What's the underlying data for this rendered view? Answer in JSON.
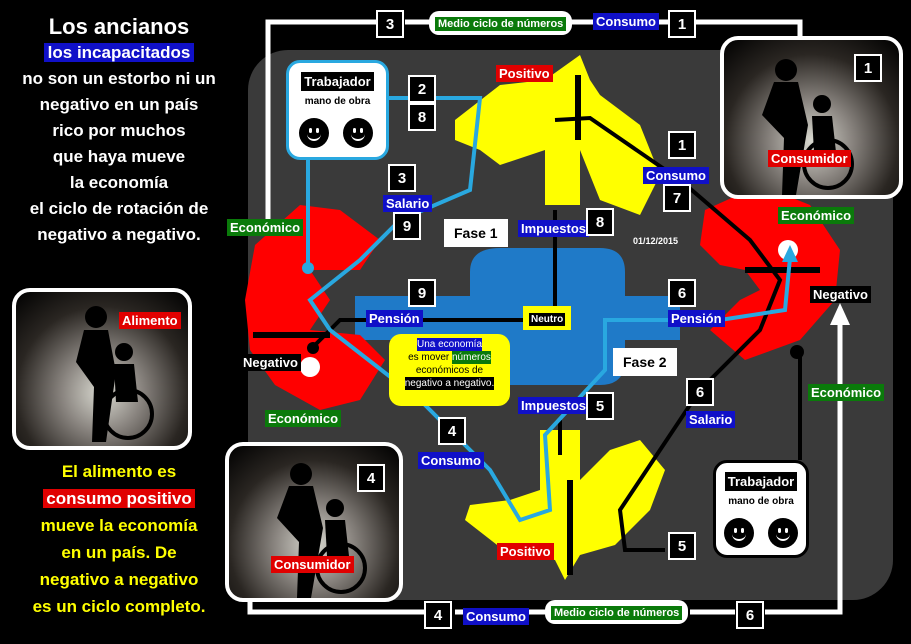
{
  "left_text": {
    "title": "Los ancianos",
    "highlight": "los incapacitados",
    "lines": [
      "no son un estorbo ni un",
      "negativo en un país",
      "rico por muchos",
      "que haya mueve",
      "la economía",
      "el ciclo de rotación de",
      "negativo a negativo."
    ]
  },
  "bottom_text": {
    "line1": "El alimento es",
    "line2": "consumo positivo",
    "lines": [
      "mueve la economía",
      "en un país. De",
      "negativo a negativo",
      "es un ciclo completo."
    ]
  },
  "photos": {
    "left_label": "Alimento",
    "top_right_label": "Consumidor",
    "top_right_num": "1",
    "bottom_label": "Consumidor",
    "bottom_num": "4"
  },
  "workers": {
    "top": {
      "title": "Trabajador",
      "subtitle": "mano de obra"
    },
    "bottom": {
      "title": "Trabajador",
      "subtitle": "mano de obra"
    }
  },
  "labels": {
    "consumo_top": "Consumo",
    "medio_top": "Medio ciclo de números",
    "medio_bottom": "Medio ciclo de números",
    "consumo_bottom": "Consumo",
    "positivo_top": "Positivo",
    "positivo_bottom": "Positivo",
    "economico_left": "Económico",
    "economico_left2": "Económico",
    "economico_right": "Económico",
    "economico_right2": "Económico",
    "negativo_left": "Negativo",
    "negativo_right": "Negativo",
    "salario_top": "Salario",
    "salario_bottom": "Salario",
    "consumo_right": "Consumo",
    "consumo_mid": "Consumo",
    "impuestos_top": "Impuestos",
    "impuestos_bottom": "Impuestos",
    "pension_left": "Pensión",
    "pension_right": "Pensión",
    "fase1": "Fase 1",
    "fase2": "Fase 2",
    "neutro": "Neutro",
    "date": "01/12/2015"
  },
  "eco_box": {
    "l1": "Una economía",
    "l2a": "es mover",
    "l2b": "números",
    "l3": "económicos de",
    "l4": "negativo a negativo."
  },
  "numbers": {
    "n3_top": "3",
    "n1_top": "1",
    "n2": "2",
    "n8a": "8",
    "n3_mid": "3",
    "n9_mid": "9",
    "n1_right": "1",
    "n7": "7",
    "n8b": "8",
    "n9_left": "9",
    "n6_right": "6",
    "n6_mid": "6",
    "n5_mid": "5",
    "n4_mid": "4",
    "n5_bottom": "5",
    "n4_bottom": "4",
    "n6_bottom": "6"
  }
}
